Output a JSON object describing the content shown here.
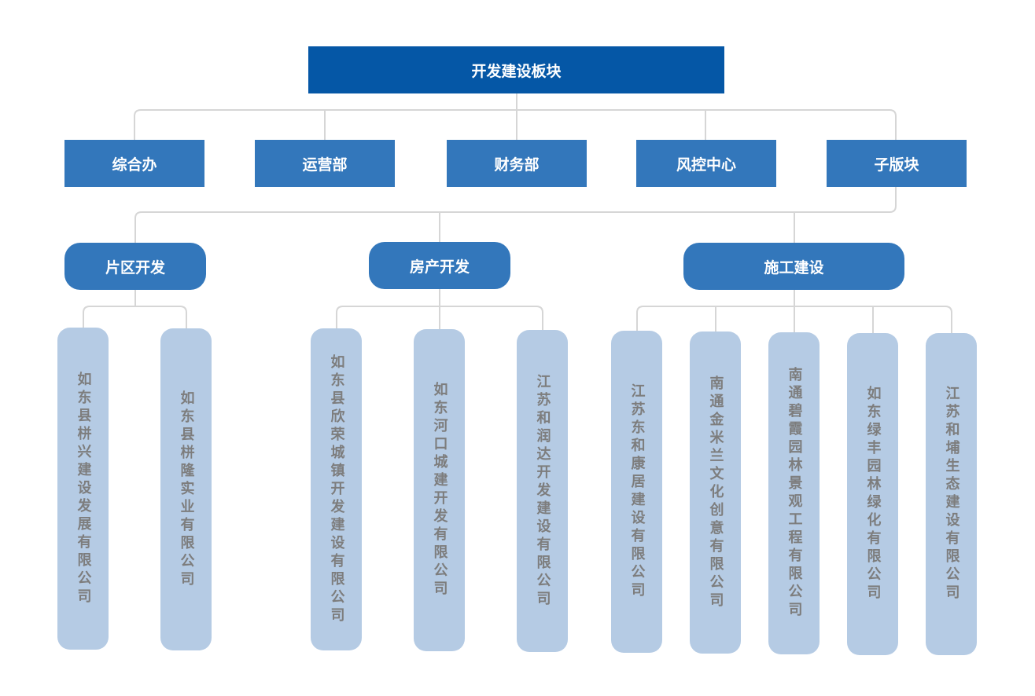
{
  "root": {
    "label": "开发建设板块"
  },
  "departments": [
    {
      "label": "综合办"
    },
    {
      "label": "运营部"
    },
    {
      "label": "财务部"
    },
    {
      "label": "风控中心"
    },
    {
      "label": "子版块"
    }
  ],
  "sub_sectors": [
    {
      "label": "片区开发"
    },
    {
      "label": "房产开发"
    },
    {
      "label": "施工建设"
    }
  ],
  "companies": [
    {
      "label": "如东县栟兴建设发展有限公司"
    },
    {
      "label": "如东县栟隆实业有限公司"
    },
    {
      "label": "如东县欣荣城镇开发建设有限公司"
    },
    {
      "label": "如东河口城建开发有限公司"
    },
    {
      "label": "江苏和润达开发建设有限公司"
    },
    {
      "label": "江苏东和康居建设有限公司"
    },
    {
      "label": "南通金米兰文化创意有限公司"
    },
    {
      "label": "南通碧霞园林景观工程有限公司"
    },
    {
      "label": "如东绿丰园林绿化有限公司"
    },
    {
      "label": "江苏和埔生态建设有限公司"
    }
  ],
  "colors": {
    "root": "#0557a6",
    "node": "#3377bb",
    "company": "#b5cbe4",
    "company_text": "#7d7d7d",
    "connector": "#d6d6d6"
  }
}
